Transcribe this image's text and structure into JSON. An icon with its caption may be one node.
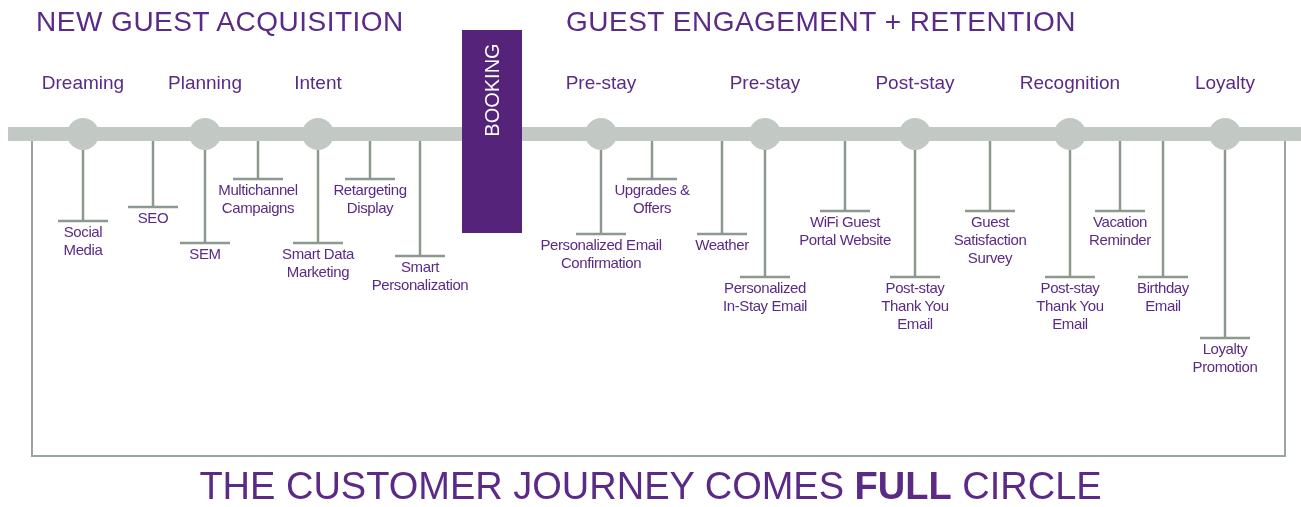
{
  "diagram": {
    "caption": "THE CUSTOMER JOURNEY COMES **FULL** CIRCLE",
    "nodes": [
      {
        "text": [],
        "shape": "bar"
      },
      {
        "text": [
          "Dreaming"
        ]
      },
      {
        "text": [
          "Planning"
        ]
      },
      {
        "text": [
          "Intent"
        ]
      },
      {
        "text": [
          "BOOKING"
        ]
      },
      {
        "text": [
          "Pre-stay"
        ]
      },
      {
        "text": [
          "Pre-stay"
        ]
      },
      {
        "text": [
          "Post-stay"
        ]
      },
      {
        "text": [
          "Recognition"
        ]
      },
      {
        "text": [
          "Loyalty"
        ]
      },
      {
        "text": [
          "Social Media"
        ]
      },
      {
        "text": [
          "SEO"
        ]
      },
      {
        "text": [
          "SEM"
        ]
      },
      {
        "text": [
          "Multichannel Campaigns"
        ]
      },
      {
        "text": [
          "Smart Data Marketing"
        ]
      },
      {
        "text": [
          "Retargeting Display"
        ]
      },
      {
        "text": [
          "Smart Personalization"
        ]
      },
      {
        "text": [
          "Personalized Email Confirmation"
        ]
      },
      {
        "text": [
          "Upgrades & Offers"
        ]
      },
      {
        "text": [
          "Weather"
        ]
      },
      {
        "text": [
          "Personalized In-Stay Email"
        ]
      },
      {
        "text": [
          "WiFi Guest Portal Website"
        ]
      },
      {
        "text": [
          "Post-stay Thank You Email"
        ]
      },
      {
        "text": [
          "Guest Satisfaction Survey"
        ]
      },
      {
        "text": [
          "Post-stay Thank You Email"
        ]
      },
      {
        "text": [
          "Vacation Reminder"
        ]
      },
      {
        "text": [
          "Birthday Email"
        ]
      },
      {
        "text": [
          "Loyalty Promotion"
        ]
      }
    ],
    "edges": [
      {
        "from": 1,
        "to": 10,
        "arrow": "other"
      },
      {
        "from": 0,
        "to": 11,
        "arrow": "other"
      },
      {
        "from": 2,
        "to": 12,
        "arrow": "other"
      },
      {
        "from": 0,
        "to": 13,
        "arrow": "other"
      },
      {
        "from": 3,
        "to": 14,
        "arrow": "other"
      },
      {
        "from": 0,
        "to": 15,
        "arrow": "other"
      },
      {
        "from": 0,
        "to": 16,
        "arrow": "other"
      },
      {
        "from": 5,
        "to": 17,
        "arrow": "other"
      },
      {
        "from": 0,
        "to": 18,
        "arrow": "other"
      },
      {
        "from": 0,
        "to": 19,
        "arrow": "other"
      },
      {
        "from": 6,
        "to": 20,
        "arrow": "other"
      },
      {
        "from": 0,
        "to": 21,
        "arrow": "other"
      },
      {
        "from": 7,
        "to": 22,
        "arrow": "other"
      },
      {
        "from": 0,
        "to": 23,
        "arrow": "other"
      },
      {
        "from": 8,
        "to": 24,
        "arrow": "other"
      },
      {
        "from": 0,
        "to": 25,
        "arrow": "other"
      },
      {
        "from": 0,
        "to": 26,
        "arrow": "other"
      },
      {
        "from": 9,
        "to": 27,
        "arrow": "other"
      }
    ],
    "labels": [
      "NEW GUEST ACQUISITION",
      "GUEST ENGAGEMENT + RETENTION"
    ]
  }
}
